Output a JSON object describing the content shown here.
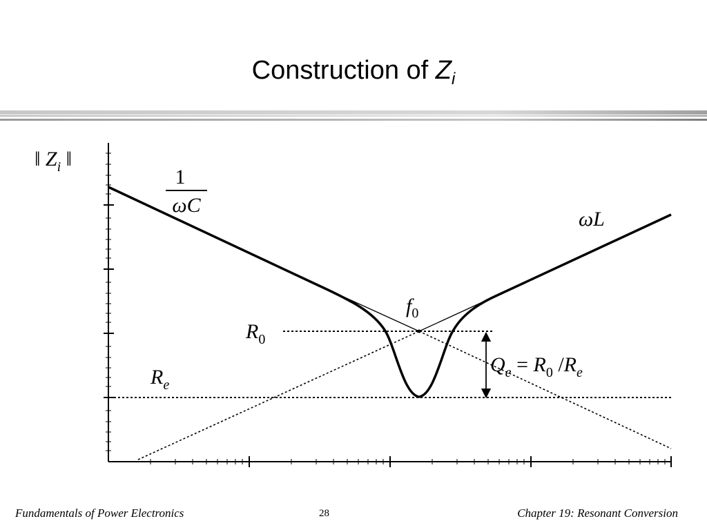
{
  "slide": {
    "title_text": "Construction of ",
    "title_var": "Z",
    "title_sub": "i"
  },
  "diagram": {
    "y_axis_label": {
      "main": "‖ Z",
      "sub": "i",
      "end": " ‖"
    },
    "inv_wc_num": "1",
    "inv_wc_den": "ωC",
    "wl_label": "ωL",
    "f0_label": {
      "main": "f",
      "sub": "0"
    },
    "r0_label": {
      "main": "R",
      "sub": "0"
    },
    "re_label": {
      "main": "R",
      "sub": "e"
    },
    "qe_label": {
      "q": "Q",
      "qsub": "e",
      "eq": " = ",
      "r": "R",
      "rsub": "0",
      "slash": " /",
      "r2": "R",
      "r2sub": "e"
    }
  },
  "footer": {
    "left": "Fundamentals of Power Electronics",
    "page": "28",
    "right": "Chapter 19:  Resonant Conversion"
  }
}
